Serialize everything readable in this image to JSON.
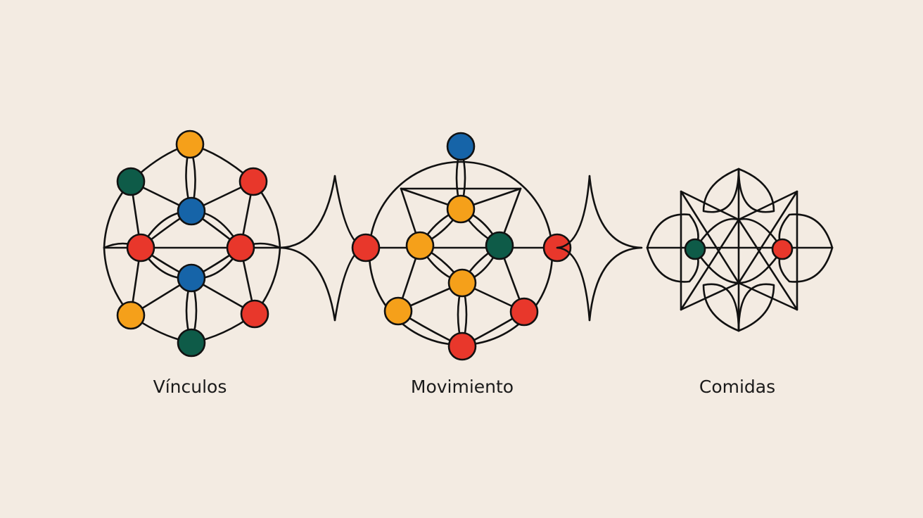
{
  "colors": {
    "background": "#f3ebe2",
    "line": "#111111",
    "orange": "#f5a01a",
    "red": "#e8372b",
    "blue": "#1664a8",
    "green": "#0e5b48"
  },
  "diagrams": [
    {
      "id": "vinculos",
      "label": "Vínculos",
      "nodes": [
        "orange",
        "green",
        "red",
        "blue",
        "red",
        "red",
        "blue",
        "orange",
        "red",
        "green"
      ]
    },
    {
      "id": "movimiento",
      "label": "Movimiento",
      "nodes": [
        "blue",
        "orange",
        "red",
        "orange",
        "green",
        "red",
        "orange",
        "orange",
        "red",
        "red"
      ]
    },
    {
      "id": "comidas",
      "label": "Comidas",
      "nodes": [
        "green",
        "red"
      ]
    }
  ]
}
